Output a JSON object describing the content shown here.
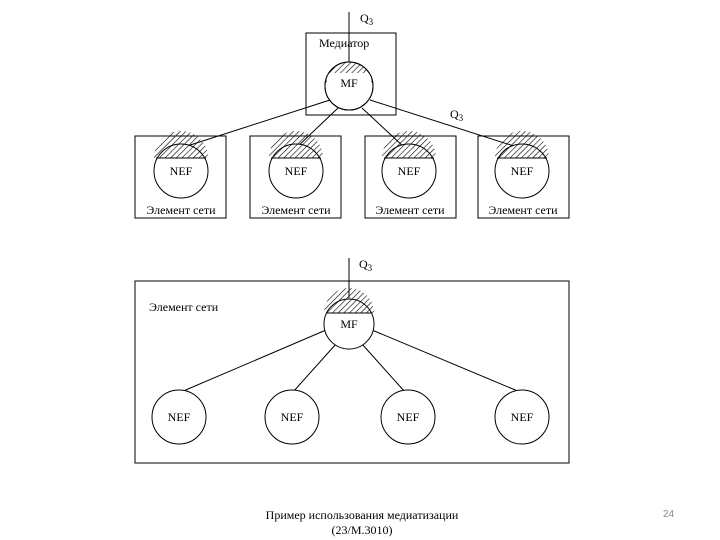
{
  "top_diagram": {
    "interface_top": {
      "letter": "Q",
      "sub": "3"
    },
    "interface_side": {
      "letter": "Q",
      "sub": "3"
    },
    "mediator": {
      "label": "Медиатор",
      "node": "MF"
    },
    "network_elements": [
      {
        "node": "NEF",
        "label": "Элемент сети"
      },
      {
        "node": "NEF",
        "label": "Элемент сети"
      },
      {
        "node": "NEF",
        "label": "Элемент сети"
      },
      {
        "node": "NEF",
        "label": "Элемент сети"
      }
    ]
  },
  "bottom_diagram": {
    "interface_top": {
      "letter": "Q",
      "sub": "3"
    },
    "container_label": "Элемент сети",
    "mediator_node": "MF",
    "nodes": [
      "NEF",
      "NEF",
      "NEF",
      "NEF"
    ]
  },
  "caption": {
    "line1": "Пример использования медиатизации",
    "line2": "(23/M.3010)"
  },
  "page_number": "24"
}
